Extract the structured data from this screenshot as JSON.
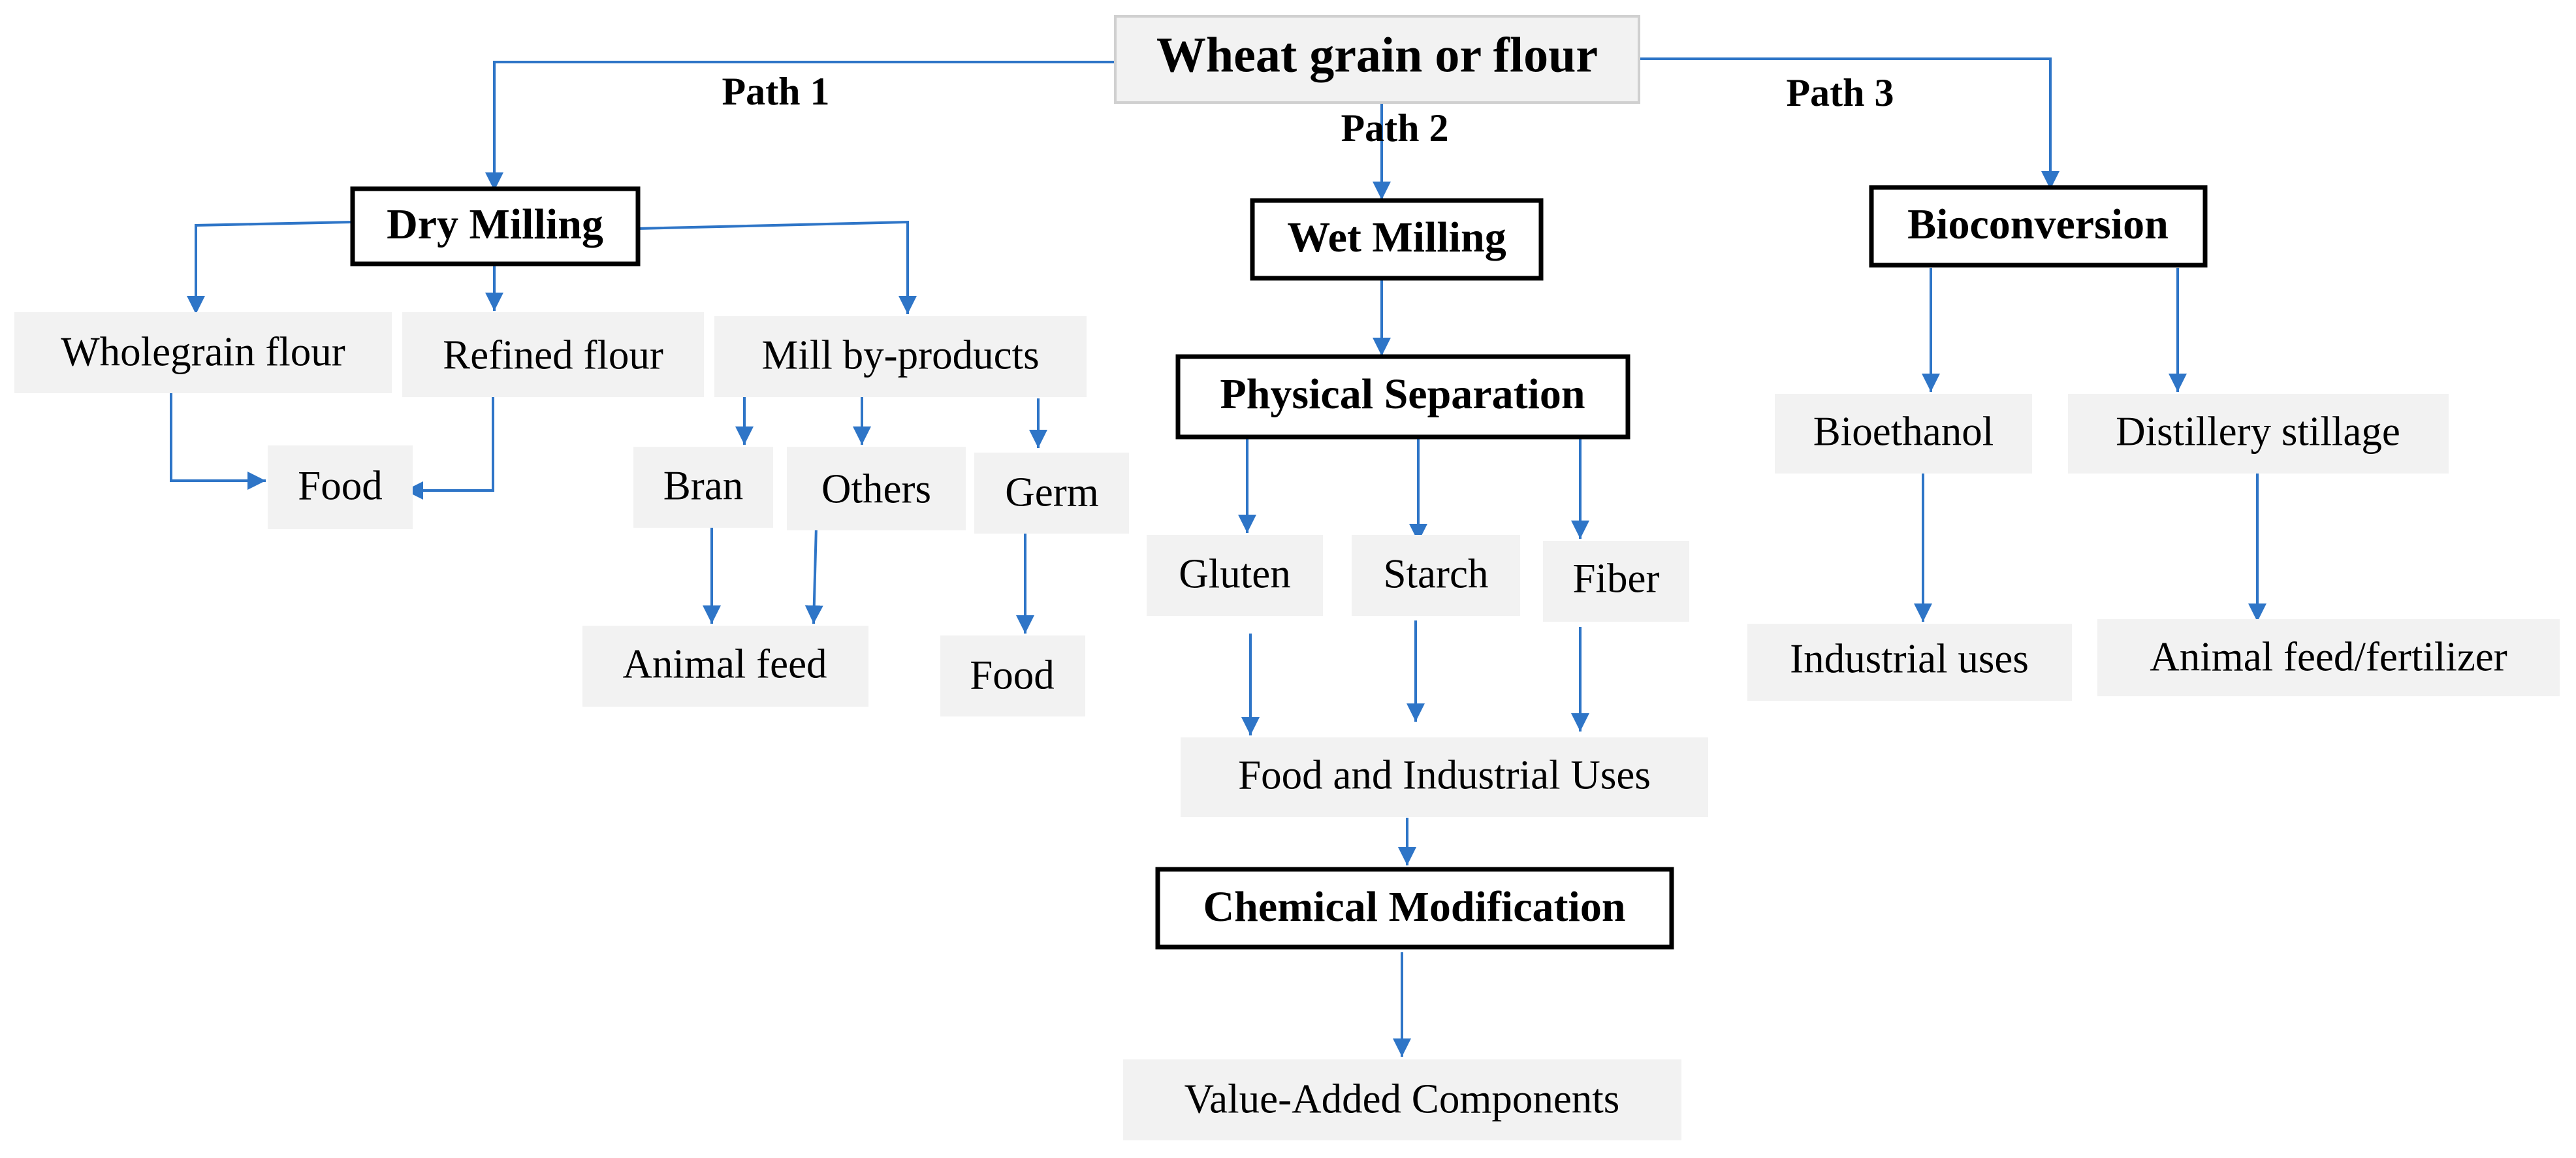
{
  "root": {
    "label": "Wheat grain or flour"
  },
  "paths": {
    "path1": "Path 1",
    "path2": "Path 2",
    "path3": "Path 3"
  },
  "dry_milling": {
    "label": "Dry Milling",
    "wholegrain_flour": "Wholegrain flour",
    "refined_flour": "Refined flour",
    "mill_byproducts": "Mill by-products",
    "food": "Food",
    "bran": "Bran",
    "others": "Others",
    "germ": "Germ",
    "animal_feed": "Animal feed",
    "germ_food": "Food"
  },
  "wet_milling": {
    "label": "Wet Milling",
    "physical_separation": "Physical Separation",
    "gluten": "Gluten",
    "starch": "Starch",
    "fiber": "Fiber",
    "food_industrial_uses": "Food and Industrial Uses",
    "chemical_modification": "Chemical Modification",
    "value_added_components": "Value-Added Components"
  },
  "bioconversion": {
    "label": "Bioconversion",
    "bioethanol": "Bioethanol",
    "distillery_stillage": "Distillery stillage",
    "industrial_uses": "Industrial uses",
    "animal_feed_fertilizer": "Animal feed/fertilizer"
  },
  "colors": {
    "connector": "#2e75c7",
    "box_fill": "#f2f2f2",
    "outline": "#000000"
  }
}
